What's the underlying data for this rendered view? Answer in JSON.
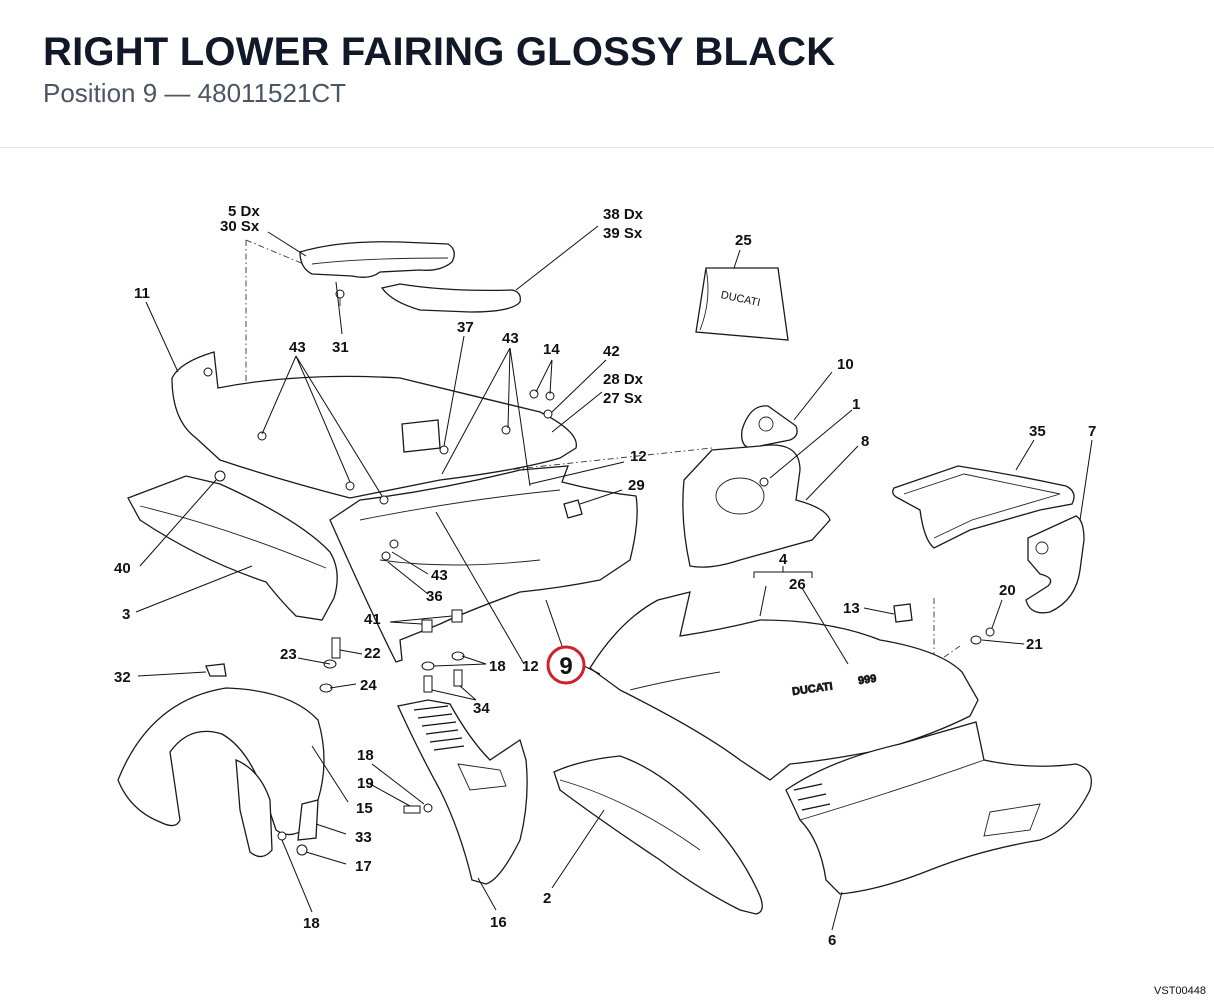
{
  "header": {
    "title": "RIGHT LOWER FAIRING GLOSSY BLACK",
    "position_label": "Position 9",
    "separator": "—",
    "part_number": "48011521CT"
  },
  "highlight": {
    "position": "9",
    "ring_color": "#d0202a"
  },
  "callouts": [
    {
      "id": "c-5dx",
      "text": "5 Dx"
    },
    {
      "id": "c-30sx",
      "text": "30 Sx"
    },
    {
      "id": "c-38dx",
      "text": "38 Dx"
    },
    {
      "id": "c-39sx",
      "text": "39 Sx"
    },
    {
      "id": "c-25",
      "text": "25"
    },
    {
      "id": "c-11",
      "text": "11"
    },
    {
      "id": "c-43a",
      "text": "43"
    },
    {
      "id": "c-31",
      "text": "31"
    },
    {
      "id": "c-37",
      "text": "37"
    },
    {
      "id": "c-43b",
      "text": "43"
    },
    {
      "id": "c-14",
      "text": "14"
    },
    {
      "id": "c-42",
      "text": "42"
    },
    {
      "id": "c-28dx",
      "text": "28 Dx"
    },
    {
      "id": "c-27sx",
      "text": "27 Sx"
    },
    {
      "id": "c-10",
      "text": "10"
    },
    {
      "id": "c-1",
      "text": "1"
    },
    {
      "id": "c-8",
      "text": "8"
    },
    {
      "id": "c-35",
      "text": "35"
    },
    {
      "id": "c-7",
      "text": "7"
    },
    {
      "id": "c-12a",
      "text": "12"
    },
    {
      "id": "c-29",
      "text": "29"
    },
    {
      "id": "c-40",
      "text": "40"
    },
    {
      "id": "c-43c",
      "text": "43"
    },
    {
      "id": "c-36",
      "text": "36"
    },
    {
      "id": "c-4",
      "text": "4"
    },
    {
      "id": "c-26",
      "text": "26"
    },
    {
      "id": "c-3",
      "text": "3"
    },
    {
      "id": "c-41",
      "text": "41"
    },
    {
      "id": "c-13",
      "text": "13"
    },
    {
      "id": "c-20",
      "text": "20"
    },
    {
      "id": "c-21",
      "text": "21"
    },
    {
      "id": "c-23",
      "text": "23"
    },
    {
      "id": "c-22",
      "text": "22"
    },
    {
      "id": "c-18a",
      "text": "18"
    },
    {
      "id": "c-12b",
      "text": "12"
    },
    {
      "id": "c-32",
      "text": "32"
    },
    {
      "id": "c-24",
      "text": "24"
    },
    {
      "id": "c-34",
      "text": "34"
    },
    {
      "id": "c-18b",
      "text": "18"
    },
    {
      "id": "c-19",
      "text": "19"
    },
    {
      "id": "c-15",
      "text": "15"
    },
    {
      "id": "c-33",
      "text": "33"
    },
    {
      "id": "c-17",
      "text": "17"
    },
    {
      "id": "c-18c",
      "text": "18"
    },
    {
      "id": "c-16",
      "text": "16"
    },
    {
      "id": "c-2",
      "text": "2"
    },
    {
      "id": "c-6",
      "text": "6"
    }
  ],
  "decals": {
    "brand": "DUCATI",
    "fairing_brand": "DUCATI",
    "fairing_model": "999"
  },
  "drawing_code": "VST00448"
}
